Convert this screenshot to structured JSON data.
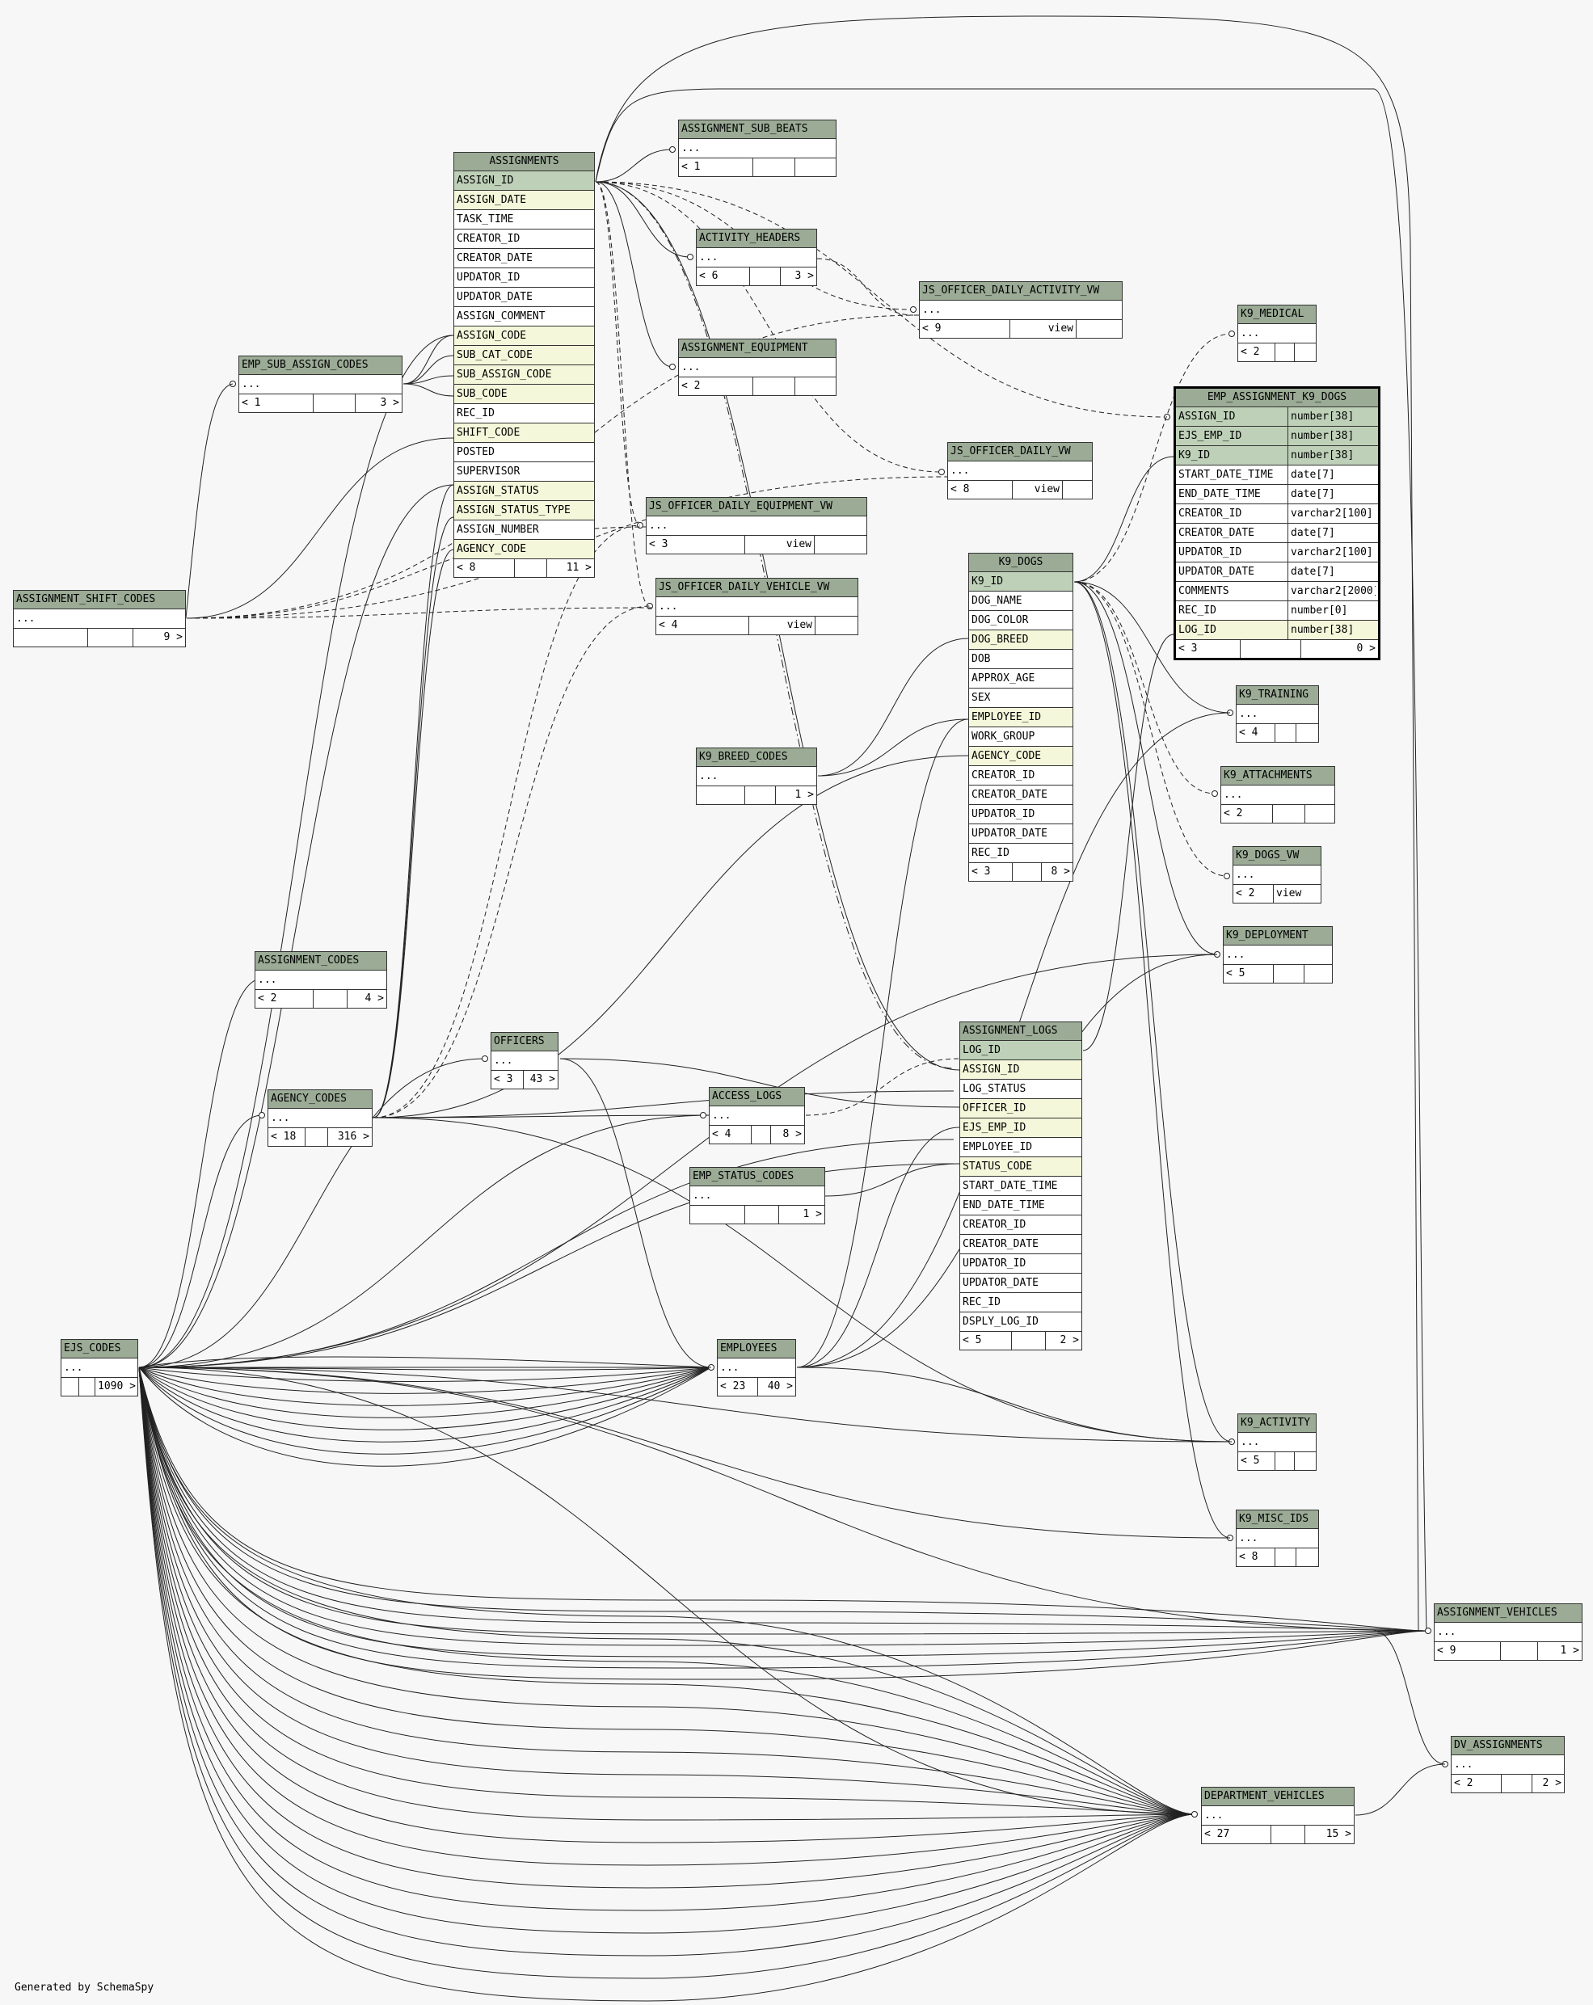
{
  "diagram": {
    "credit": "Generated by SchemaSpy",
    "tables": {
      "assignments": {
        "name": "ASSIGNMENTS",
        "columns": [
          {
            "name": "ASSIGN_ID",
            "kind": "pk"
          },
          {
            "name": "ASSIGN_DATE",
            "kind": "fk"
          },
          {
            "name": "TASK_TIME",
            "kind": ""
          },
          {
            "name": "CREATOR_ID",
            "kind": ""
          },
          {
            "name": "CREATOR_DATE",
            "kind": ""
          },
          {
            "name": "UPDATOR_ID",
            "kind": ""
          },
          {
            "name": "UPDATOR_DATE",
            "kind": ""
          },
          {
            "name": "ASSIGN_COMMENT",
            "kind": ""
          },
          {
            "name": "ASSIGN_CODE",
            "kind": "fk"
          },
          {
            "name": "SUB_CAT_CODE",
            "kind": "fk"
          },
          {
            "name": "SUB_ASSIGN_CODE",
            "kind": "fk"
          },
          {
            "name": "SUB_CODE",
            "kind": "fk"
          },
          {
            "name": "REC_ID",
            "kind": ""
          },
          {
            "name": "SHIFT_CODE",
            "kind": "fk"
          },
          {
            "name": "POSTED",
            "kind": ""
          },
          {
            "name": "SUPERVISOR",
            "kind": ""
          },
          {
            "name": "ASSIGN_STATUS",
            "kind": "fk"
          },
          {
            "name": "ASSIGN_STATUS_TYPE",
            "kind": "fk"
          },
          {
            "name": "ASSIGN_NUMBER",
            "kind": ""
          },
          {
            "name": "AGENCY_CODE",
            "kind": "fk"
          }
        ],
        "footer": [
          "< 8",
          "",
          "11 >"
        ]
      },
      "assignment_sub_beats": {
        "name": "ASSIGNMENT_SUB_BEATS",
        "footer": [
          "< 1",
          "",
          "",
          ""
        ]
      },
      "activity_headers": {
        "name": "ACTIVITY_HEADERS",
        "footer": [
          "< 6",
          "",
          "3 >"
        ]
      },
      "js_officer_daily_activity_vw": {
        "name": "JS_OFFICER_DAILY_ACTIVITY_VW",
        "footer": [
          "< 9",
          "view",
          ""
        ]
      },
      "assignment_equipment": {
        "name": "ASSIGNMENT_EQUIPMENT",
        "footer": [
          "< 2",
          "",
          ""
        ]
      },
      "js_officer_daily_vw": {
        "name": "JS_OFFICER_DAILY_VW",
        "footer": [
          "< 8",
          "view",
          ""
        ]
      },
      "js_officer_daily_equipment_vw": {
        "name": "JS_OFFICER_DAILY_EQUIPMENT_VW",
        "footer": [
          "< 3",
          "view",
          ""
        ]
      },
      "js_officer_daily_vehicle_vw": {
        "name": "JS_OFFICER_DAILY_VEHICLE_VW",
        "footer": [
          "< 4",
          "view",
          ""
        ]
      },
      "emp_sub_assign_codes": {
        "name": "EMP_SUB_ASSIGN_CODES",
        "footer": [
          "< 1",
          "",
          "3 >"
        ]
      },
      "assignment_shift_codes": {
        "name": "ASSIGNMENT_SHIFT_CODES",
        "footer": [
          "",
          "",
          "9 >"
        ]
      },
      "k9_medical": {
        "name": "K9_MEDICAL",
        "footer": [
          "< 2",
          "",
          ""
        ]
      },
      "emp_assignment_k9_dogs": {
        "name": "EMP_ASSIGNMENT_K9_DOGS",
        "columns": [
          {
            "name": "ASSIGN_ID",
            "type": "number[38]",
            "kind": "pk"
          },
          {
            "name": "EJS_EMP_ID",
            "type": "number[38]",
            "kind": "pk"
          },
          {
            "name": "K9_ID",
            "type": "number[38]",
            "kind": "pk"
          },
          {
            "name": "START_DATE_TIME",
            "type": "date[7]",
            "kind": ""
          },
          {
            "name": "END_DATE_TIME",
            "type": "date[7]",
            "kind": ""
          },
          {
            "name": "CREATOR_ID",
            "type": "varchar2[100]",
            "kind": ""
          },
          {
            "name": "CREATOR_DATE",
            "type": "date[7]",
            "kind": ""
          },
          {
            "name": "UPDATOR_ID",
            "type": "varchar2[100]",
            "kind": ""
          },
          {
            "name": "UPDATOR_DATE",
            "type": "date[7]",
            "kind": ""
          },
          {
            "name": "COMMENTS",
            "type": "varchar2[2000]",
            "kind": ""
          },
          {
            "name": "REC_ID",
            "type": "number[0]",
            "kind": ""
          },
          {
            "name": "LOG_ID",
            "type": "number[38]",
            "kind": "fk"
          }
        ],
        "footer": [
          "< 3",
          "",
          "0 >"
        ]
      },
      "k9_dogs": {
        "name": "K9_DOGS",
        "columns": [
          {
            "name": "K9_ID",
            "kind": "pk"
          },
          {
            "name": "DOG_NAME",
            "kind": ""
          },
          {
            "name": "DOG_COLOR",
            "kind": ""
          },
          {
            "name": "DOG_BREED",
            "kind": "fk"
          },
          {
            "name": "DOB",
            "kind": ""
          },
          {
            "name": "APPROX_AGE",
            "kind": ""
          },
          {
            "name": "SEX",
            "kind": ""
          },
          {
            "name": "EMPLOYEE_ID",
            "kind": "fk"
          },
          {
            "name": "WORK_GROUP",
            "kind": ""
          },
          {
            "name": "AGENCY_CODE",
            "kind": "fk"
          },
          {
            "name": "CREATOR_ID",
            "kind": ""
          },
          {
            "name": "CREATOR_DATE",
            "kind": ""
          },
          {
            "name": "UPDATOR_ID",
            "kind": ""
          },
          {
            "name": "UPDATOR_DATE",
            "kind": ""
          },
          {
            "name": "REC_ID",
            "kind": ""
          }
        ],
        "footer": [
          "< 3",
          "",
          "8 >"
        ]
      },
      "k9_training": {
        "name": "K9_TRAINING",
        "footer": [
          "< 4",
          "",
          ""
        ]
      },
      "k9_attachments": {
        "name": "K9_ATTACHMENTS",
        "footer": [
          "< 2",
          "",
          ""
        ]
      },
      "k9_dogs_vw": {
        "name": "K9_DOGS_VW",
        "footer": [
          "< 2",
          "view"
        ]
      },
      "k9_deployment": {
        "name": "K9_DEPLOYMENT",
        "footer": [
          "< 5",
          "",
          ""
        ]
      },
      "k9_breed_codes": {
        "name": "K9_BREED_CODES",
        "footer": [
          "",
          "",
          "1 >"
        ]
      },
      "assignment_codes": {
        "name": "ASSIGNMENT_CODES",
        "footer": [
          "< 2",
          "",
          "4 >"
        ]
      },
      "officers": {
        "name": "OFFICERS",
        "footer": [
          "< 3",
          "43 >"
        ]
      },
      "agency_codes": {
        "name": "AGENCY_CODES",
        "footer": [
          "< 18",
          "",
          "316 >"
        ]
      },
      "access_logs": {
        "name": "ACCESS_LOGS",
        "footer": [
          "< 4",
          "",
          "8 >"
        ]
      },
      "emp_status_codes": {
        "name": "EMP_STATUS_CODES",
        "footer": [
          "",
          "",
          "1 >"
        ]
      },
      "assignment_logs": {
        "name": "ASSIGNMENT_LOGS",
        "columns": [
          {
            "name": "LOG_ID",
            "kind": "pk"
          },
          {
            "name": "ASSIGN_ID",
            "kind": "fk"
          },
          {
            "name": "LOG_STATUS",
            "kind": ""
          },
          {
            "name": "OFFICER_ID",
            "kind": "fk"
          },
          {
            "name": "EJS_EMP_ID",
            "kind": "fk"
          },
          {
            "name": "EMPLOYEE_ID",
            "kind": ""
          },
          {
            "name": "STATUS_CODE",
            "kind": "fk"
          },
          {
            "name": "START_DATE_TIME",
            "kind": ""
          },
          {
            "name": "END_DATE_TIME",
            "kind": ""
          },
          {
            "name": "CREATOR_ID",
            "kind": ""
          },
          {
            "name": "CREATOR_DATE",
            "kind": ""
          },
          {
            "name": "UPDATOR_ID",
            "kind": ""
          },
          {
            "name": "UPDATOR_DATE",
            "kind": ""
          },
          {
            "name": "REC_ID",
            "kind": ""
          },
          {
            "name": "DSPLY_LOG_ID",
            "kind": ""
          }
        ],
        "footer": [
          "< 5",
          "",
          "2 >"
        ]
      },
      "ejs_codes": {
        "name": "EJS_CODES",
        "footer": [
          "",
          "",
          "1090 >"
        ]
      },
      "employees": {
        "name": "EMPLOYEES",
        "footer": [
          "< 23",
          "40 >"
        ]
      },
      "k9_activity": {
        "name": "K9_ACTIVITY",
        "footer": [
          "< 5",
          "",
          ""
        ]
      },
      "k9_misc_ids": {
        "name": "K9_MISC_IDS",
        "footer": [
          "< 8",
          "",
          ""
        ]
      },
      "assignment_vehicles": {
        "name": "ASSIGNMENT_VEHICLES",
        "footer": [
          "< 9",
          "",
          "1 >"
        ]
      },
      "dv_assignments": {
        "name": "DV_ASSIGNMENTS",
        "footer": [
          "< 2",
          "",
          "2 >"
        ]
      },
      "department_vehicles": {
        "name": "DEPARTMENT_VEHICLES",
        "footer": [
          "< 27",
          "",
          "15 >"
        ]
      }
    },
    "collapsed_row": "..."
  }
}
